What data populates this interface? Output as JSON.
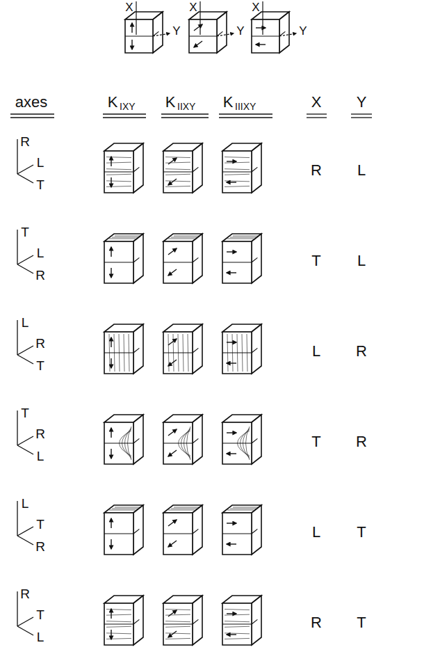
{
  "diagram": {
    "labels": [
      "X",
      "Y",
      "X",
      "Y",
      "X",
      "Y",
      "axes",
      "K",
      "IXY",
      "K",
      "IIXY",
      "K",
      "IIIXY",
      "X",
      "Y",
      "R",
      "L",
      "T",
      "R",
      "L",
      "T",
      "L",
      "R",
      "T",
      "L",
      "L",
      "R",
      "T",
      "L",
      "R",
      "T",
      "R",
      "L",
      "T",
      "R",
      "L",
      "T",
      "R",
      "L",
      "T",
      "R",
      "T",
      "L",
      "R",
      "T"
    ]
  }
}
